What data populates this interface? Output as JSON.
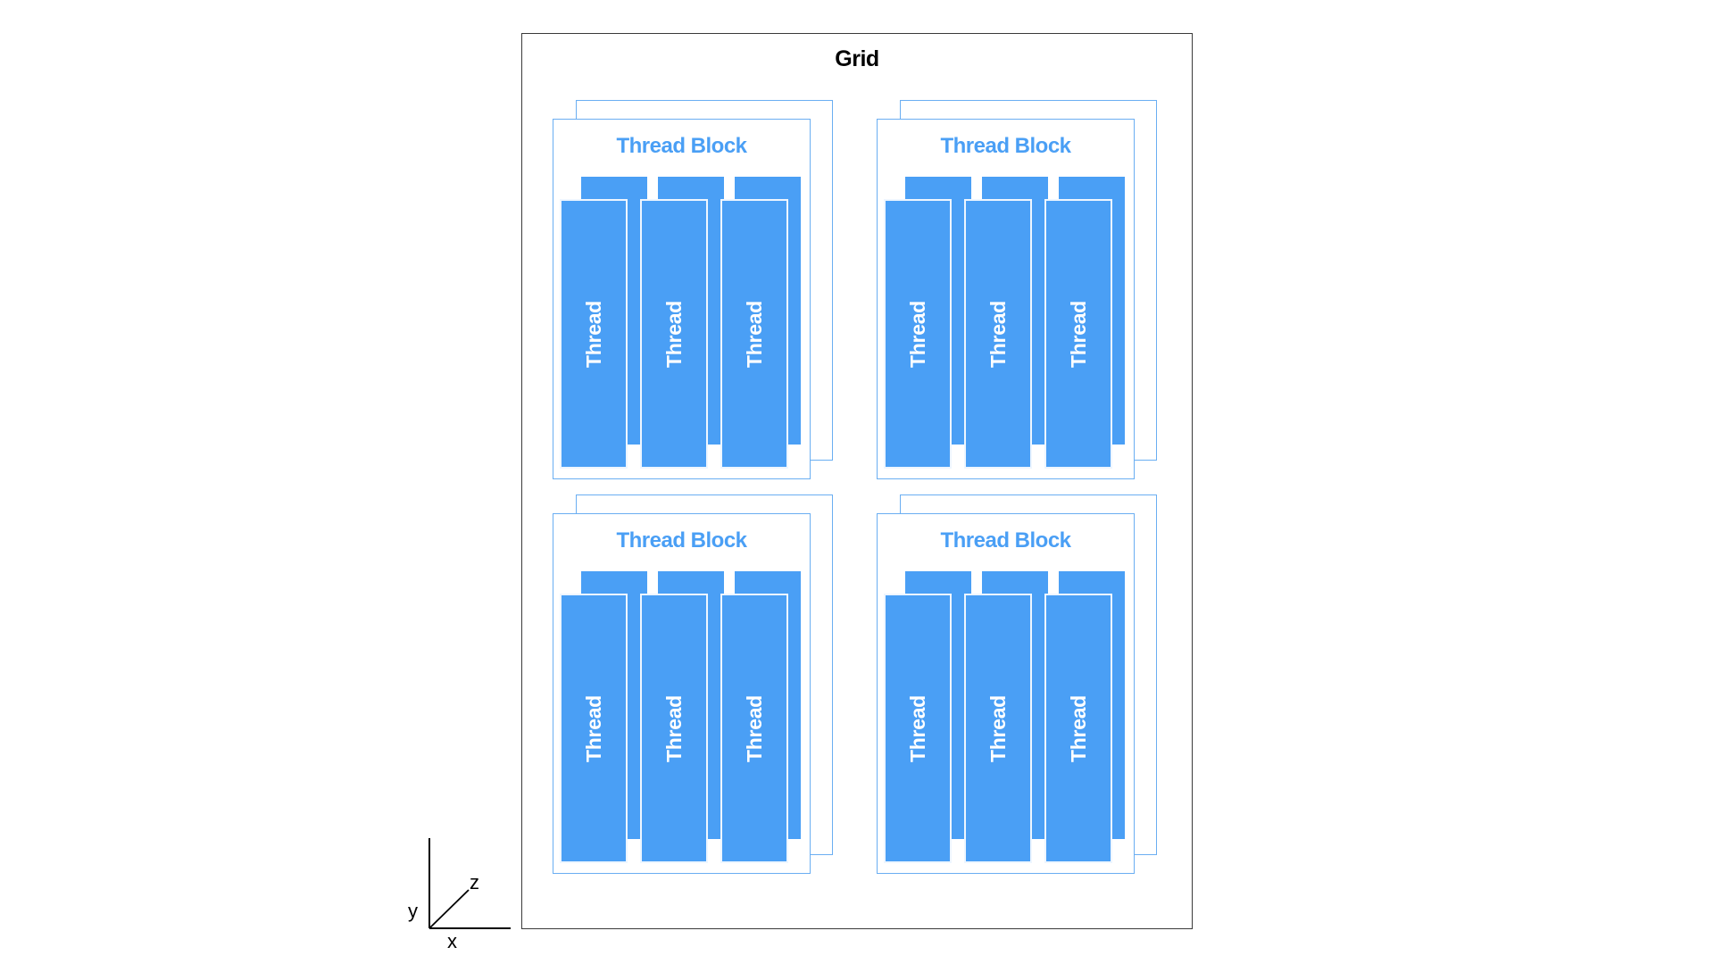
{
  "diagram": {
    "title": "Grid",
    "blocks": [
      {
        "label": "Thread Block",
        "threads": [
          "Thread",
          "Thread",
          "Thread"
        ]
      },
      {
        "label": "Thread Block",
        "threads": [
          "Thread",
          "Thread",
          "Thread"
        ]
      },
      {
        "label": "Thread Block",
        "threads": [
          "Thread",
          "Thread",
          "Thread"
        ]
      },
      {
        "label": "Thread Block",
        "threads": [
          "Thread",
          "Thread",
          "Thread"
        ]
      }
    ],
    "axes": {
      "x": "x",
      "y": "y",
      "z": "z"
    },
    "colors": {
      "thread": "#4a9ff5",
      "block_border": "#6aaef2",
      "block_title": "#4a9ff5",
      "grid_border": "#3a3a3a"
    }
  }
}
